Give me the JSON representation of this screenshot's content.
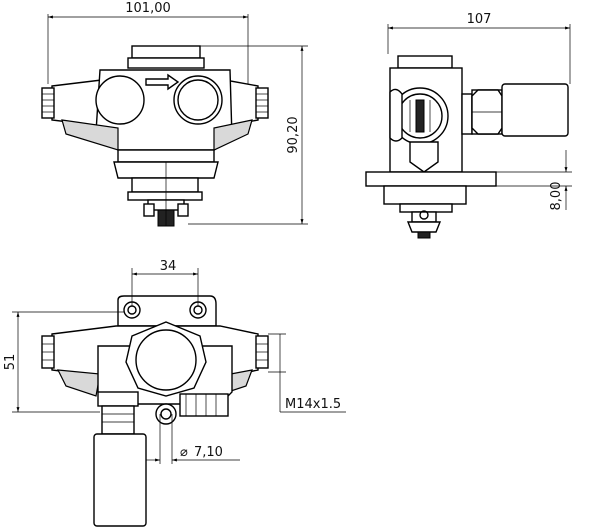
{
  "dimensions": {
    "top_width": "101,00",
    "top_height": "90,20",
    "side_width": "107",
    "side_offset": "8,00",
    "port_spacing": "34",
    "bottom_height": "51",
    "thread": "M14x1.5",
    "hole_diameter": "7,10"
  },
  "colors": {
    "line": "#000000",
    "background": "#ffffff",
    "shade": "#d9d9d9"
  }
}
